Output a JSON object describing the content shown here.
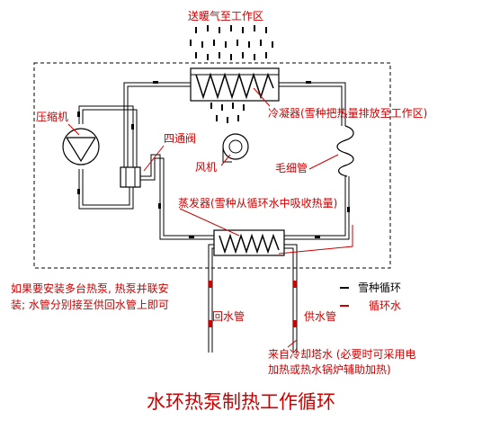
{
  "labels": {
    "top": "送暖气至工作区",
    "compressor": "压缩机",
    "valve": "四通阀",
    "condenser": "冷凝器(雪种把热量排放至工作区)",
    "fan": "风机",
    "capillary": "毛细管",
    "evaporator": "蒸发器(雪种从循环水中吸收热量)",
    "note_line1": "如果要安装多台热泵, 热泵并联安",
    "note_line2": "装; 水管分别接至供回水管上即可",
    "return_pipe": "回水管",
    "supply_pipe": "供水管",
    "source_line1": "来自冷却塔水 (必要时可采用电",
    "source_line2": "加热或热水锅炉辅助加热)",
    "title": "水环热泵制热工作循环"
  },
  "legend": [
    {
      "symbol": "—",
      "text": "雪种循环"
    },
    {
      "symbol": "—",
      "text": "循环水"
    }
  ],
  "colors": {
    "text_red": "#cc0000",
    "line": "#000000",
    "water_mark": "#cc0000"
  }
}
